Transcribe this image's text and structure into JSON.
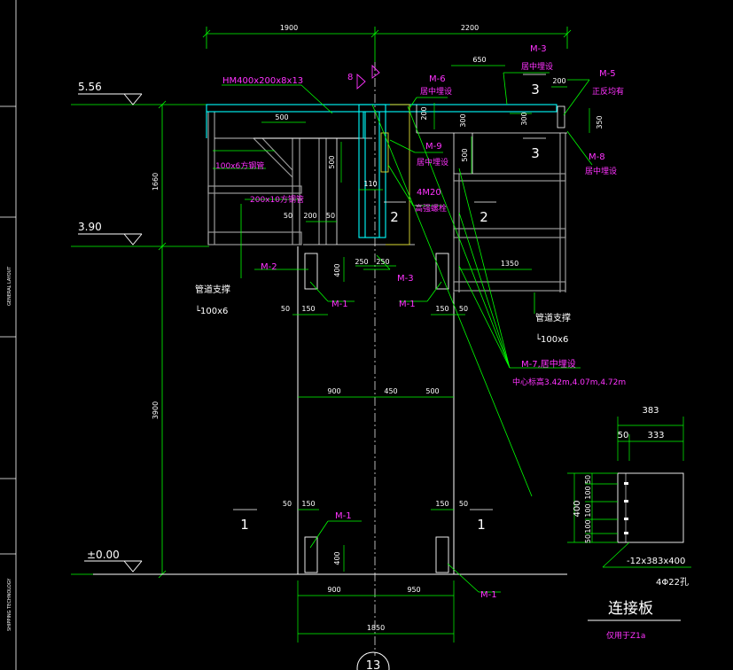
{
  "colors": {
    "background": "#000000",
    "dimension": "#00ff00",
    "structure": "#ffffff",
    "beam": "#00ffff",
    "label": "#ff33ff",
    "steel_gray": "#9a9a9a",
    "leader": "#00ff00"
  },
  "dims_top": {
    "left": "1900",
    "right": "2200"
  },
  "elevations": {
    "top": "5.56",
    "mid": "3.90",
    "zero": "±0.00"
  },
  "vdims": {
    "upper": "1660",
    "lower": "3900"
  },
  "sheet_ref": "13",
  "labels": {
    "hm_beam": "HM400x200x8x13",
    "m3_top": "M-3",
    "m3_top_sub": "居中埋设",
    "m5": "M-5",
    "m5_sub": "正反均有",
    "m6": "M-6",
    "m6_sub": "居中埋设",
    "m9": "M-9",
    "m9_sub": "居中埋设",
    "m8": "M-8",
    "m8_sub": "居中埋设",
    "bolts": "4M20",
    "bolts_sub": "高强螺栓",
    "square_pipe_1": "100x6方钢管",
    "square_pipe_2": "200x10方钢管",
    "m2": "M-2",
    "m3_mid": "M-3",
    "m1_a": "M-1",
    "m1_b": "M-1",
    "m1_c": "M-1",
    "m1_d": "M-1",
    "m7": "M-7,居中埋设",
    "m7_sub": "中心标高3.42m,4.07m,4.72m",
    "pipe_support_left": "管道支撑",
    "angle_left": "└100x6",
    "pipe_support_right": "管道支撑",
    "angle_right": "└100x6",
    "section_8": "8"
  },
  "dim_texts": {
    "d650": "650",
    "d200_r": "200",
    "d350_r": "350",
    "d300": "300",
    "d500_top": "500",
    "d200_box": "200",
    "d500_v": "500",
    "d500_v2": "500",
    "d110": "110",
    "d50_a": "50",
    "d200_a": "200",
    "d50_b": "50",
    "d300_v": "300",
    "d250_a": "250",
    "d250_b": "250",
    "d400_a": "400",
    "d1350": "1350",
    "d50_c": "50",
    "d150_a": "150",
    "d150_b": "150",
    "d50_d": "50",
    "d900_a": "900",
    "d450": "450",
    "d500_b": "500",
    "d50_e": "50",
    "d150_c": "150",
    "d150_d": "150",
    "d50_f": "50",
    "d400_b": "400",
    "d900_b": "900",
    "d950": "950",
    "d1850": "1850"
  },
  "section_marks": {
    "s1": "1",
    "s2": "2",
    "s3": "3"
  },
  "plate": {
    "title": "连接板",
    "subtitle": "仅用于Z1a",
    "w_total": "383",
    "w_a": "50",
    "w_b": "333",
    "h_total": "400",
    "h_50a": "50",
    "h_100a": "100",
    "h_100b": "100",
    "h_100c": "100",
    "h_50b": "50",
    "spec": "-12x383x400",
    "holes": "4Φ22孔"
  },
  "left_strip": [
    "GENERAL LAYOUT",
    "SHIPPING TECHNOLOGY"
  ]
}
